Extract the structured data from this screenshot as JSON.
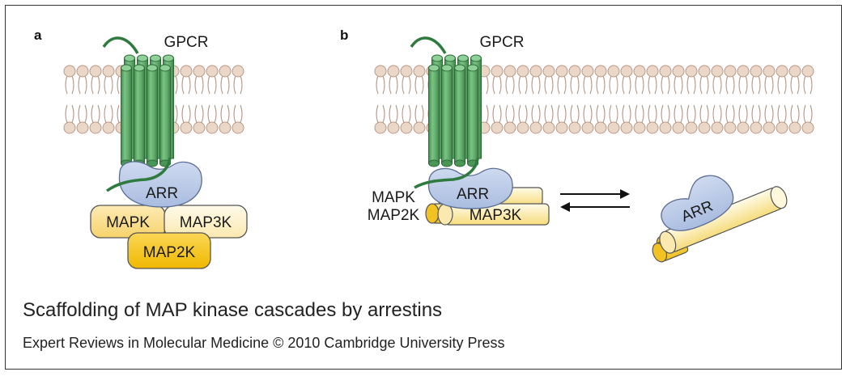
{
  "panels": {
    "a": {
      "label": "a",
      "receptor": "GPCR",
      "arrestin": "ARR",
      "kinases": [
        "MAPK",
        "MAP3K",
        "MAP2K"
      ]
    },
    "b": {
      "label": "b",
      "receptor": "GPCR",
      "arrestin": "ARR",
      "kinases": [
        "MAPK",
        "MAP2K",
        "MAP3K"
      ],
      "free_arrestin": "ARR"
    }
  },
  "caption": {
    "title": "Scaffolding of MAP kinase cascades by arrestins",
    "credit": "Expert Reviews in Molecular Medicine © 2010 Cambridge University Press"
  },
  "colors": {
    "membrane_head": "#ead7c8",
    "membrane_stroke": "#b89a88",
    "gpcr": "#5fab6a",
    "gpcr_dark": "#3f8a4c",
    "arrestin": "#b9c9e6",
    "mapk": "#fbe3a0",
    "map3k": "#fdf3cf",
    "map2k": "#f5c51d"
  }
}
